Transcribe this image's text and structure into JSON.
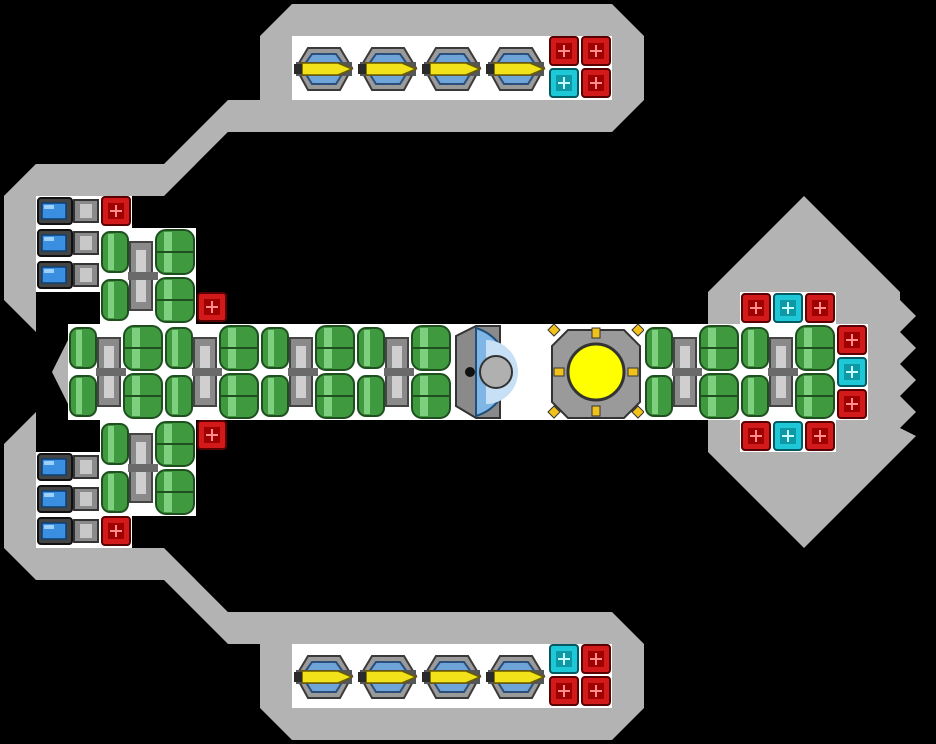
{
  "scene": {
    "background_color": "#000000",
    "hull_color": "#b3b3b3",
    "deck_color": "#ffffff",
    "module_colors": {
      "tank_green": "#3f9a3f",
      "tank_green_light": "#7ed07e",
      "pipe_gray": "#7a7a7a",
      "crate_red": "#d21a1a",
      "crate_cyan": "#1fc8d6",
      "missile_yellow": "#f2e21a",
      "reactor_yellow": "#ffff00",
      "shield_blue": "#7fb6e6",
      "battery_blue": "#3a8fe0"
    }
  },
  "ship": {
    "hull": "station-hull",
    "bays": [
      {
        "name": "top-missile-bay",
        "launchers": 4,
        "crates": [
          "red",
          "red",
          "cyan",
          "red"
        ]
      },
      {
        "name": "bottom-missile-bay",
        "launchers": 4,
        "crates": [
          "cyan",
          "red",
          "red",
          "red"
        ]
      }
    ],
    "left_upper_batteries": 3,
    "left_lower_batteries": 3,
    "main_spine_tank_modules": 4,
    "right_spine_tank_modules": 2,
    "components": [
      "cockpit-dome",
      "reactor-core"
    ],
    "right_pod_crates_top": [
      "red",
      "cyan",
      "red"
    ],
    "right_pod_crates_bottom": [
      "red",
      "cyan",
      "red"
    ],
    "right_pod_crates_side": [
      "red",
      "cyan",
      "red"
    ]
  }
}
